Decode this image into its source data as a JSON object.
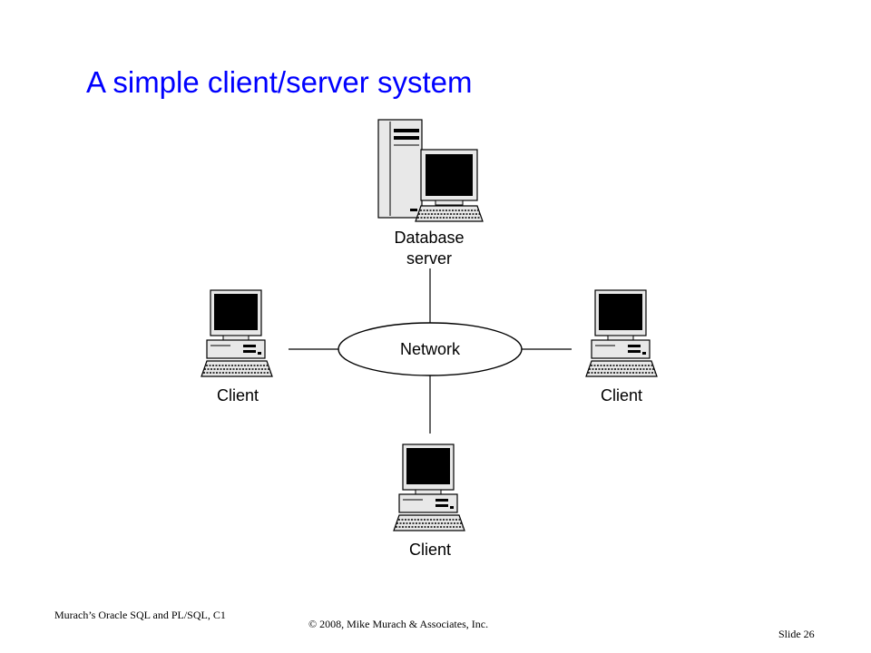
{
  "slide": {
    "title": "A simple client/server system"
  },
  "diagram": {
    "network_label": "Network",
    "server": {
      "label_line1": "Database",
      "label_line2": "server"
    },
    "clients": [
      {
        "label": "Client"
      },
      {
        "label": "Client"
      },
      {
        "label": "Client"
      }
    ]
  },
  "footer": {
    "left": "Murach’s Oracle SQL and PL/SQL, C1",
    "center": "© 2008, Mike Murach & Associates, Inc.",
    "right": "Slide 26"
  },
  "colors": {
    "title": "#0000ff",
    "screen": "#000000",
    "device_body": "#e8e8e8",
    "line": "#000000"
  }
}
